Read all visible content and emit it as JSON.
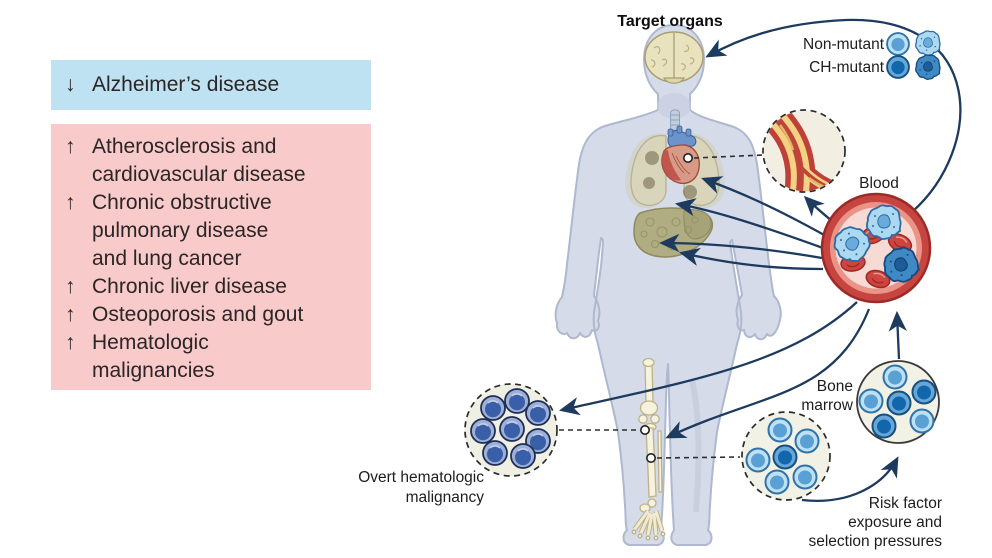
{
  "panel": {
    "decreased_box": {
      "arrow": "↓",
      "text": "Alzheimer’s disease",
      "bg": "#bfe2f3"
    },
    "increased_box": {
      "bg": "#f8cbca",
      "rows": [
        {
          "arrow": "↑",
          "text": "Atherosclerosis and"
        },
        {
          "arrow": "",
          "text": "cardiovascular disease"
        },
        {
          "arrow": "↑",
          "text": "Chronic obstructive"
        },
        {
          "arrow": "",
          "text": "pulmonary disease"
        },
        {
          "arrow": "",
          "text": "and lung cancer"
        },
        {
          "arrow": "↑",
          "text": "Chronic liver disease"
        },
        {
          "arrow": "↑",
          "text": "Osteoporosis and gout"
        },
        {
          "arrow": "↑",
          "text": "Hematologic"
        },
        {
          "arrow": "",
          "text": "malignancies"
        }
      ]
    }
  },
  "diagram": {
    "title": "Target organs",
    "legend": {
      "non_mutant_label": "Non-mutant",
      "ch_mutant_label": "CH-mutant"
    },
    "blood_label": "Blood",
    "bone_marrow_label": {
      "line1": "Bone",
      "line2": "marrow"
    },
    "overt_label": {
      "line1": "Overt hematologic",
      "line2": "malignancy"
    },
    "risk_label": {
      "line1": "Risk factor",
      "line2": "exposure and",
      "line3": "selection pressures"
    },
    "colors": {
      "arrow": "#1d3a5f",
      "non_mutant_cell": "#8fc3e8",
      "ch_mutant_cell": "#2f7cba",
      "blood_vessel_ring": "#c64541",
      "body_fill": "#d5dbe9",
      "decreased_bg": "#bfe2f3",
      "increased_bg": "#f8cbca"
    }
  }
}
